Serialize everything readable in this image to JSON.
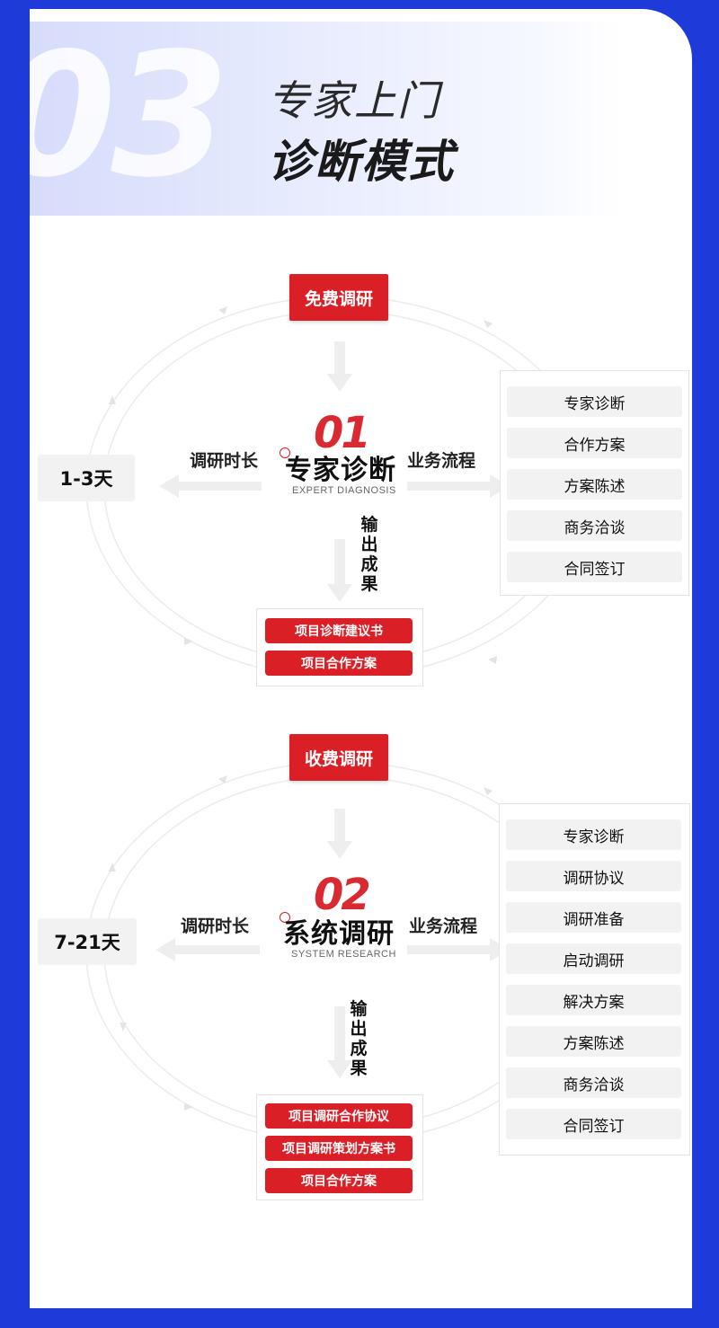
{
  "header": {
    "bg_number": "03",
    "title_line1": "专家上门",
    "title_line2": "诊断模式"
  },
  "sections": [
    {
      "top_tag": "免费调研",
      "number": "01",
      "title": "专家诊断",
      "subtitle": "EXPERT DIAGNOSIS",
      "left_label": "调研时长",
      "duration": "1-3天",
      "right_label": "业务流程",
      "output_label": "输出成果",
      "process": [
        "专家诊断",
        "合作方案",
        "方案陈述",
        "商务洽谈",
        "合同签订"
      ],
      "outputs": [
        "项目诊断建议书",
        "项目合作方案"
      ]
    },
    {
      "top_tag": "收费调研",
      "number": "02",
      "title": "系统调研",
      "subtitle": "SYSTEM RESEARCH",
      "left_label": "调研时长",
      "duration": "7-21天",
      "right_label": "业务流程",
      "output_label": "输出成果",
      "process": [
        "专家诊断",
        "调研协议",
        "调研准备",
        "启动调研",
        "解决方案",
        "方案陈述",
        "商务洽谈",
        "合同签订"
      ],
      "outputs": [
        "项目调研合作协议",
        "项目调研策划方案书",
        "项目合作方案"
      ]
    }
  ],
  "colors": {
    "frame_blue": "#1e3ad8",
    "accent_red": "#db1f26",
    "light_gray": "#f2f2f2"
  }
}
